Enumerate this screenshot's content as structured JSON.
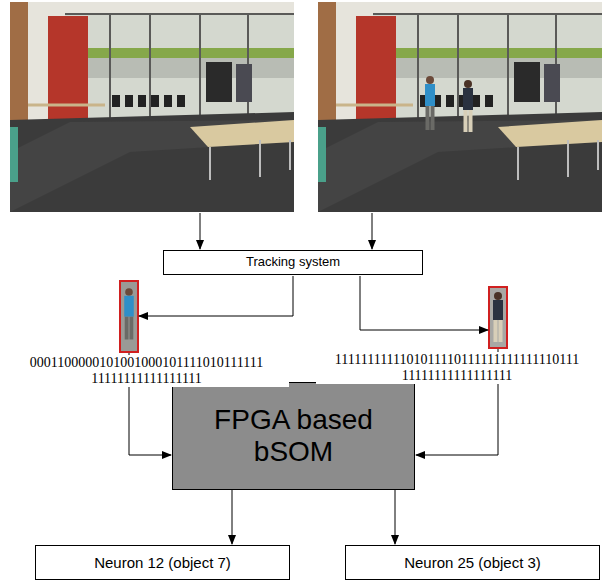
{
  "diagram": {
    "nodes": [
      {
        "text": [
          "Tracking system"
        ]
      },
      {
        "text": [
          "FPGA based bSOM"
        ]
      },
      {
        "text": [
          "Neuron 12 (object 7)"
        ]
      },
      {
        "text": [
          "Neuron 25 (object 3)"
        ]
      }
    ],
    "edges": [
      {
        "from": 1,
        "to": 2,
        "arrow": "to"
      },
      {
        "from": 1,
        "to": 3,
        "arrow": "to"
      }
    ],
    "labels": [
      "0001100000101001000101111010111111 11111111111111111",
      "1111111111101011110111111111111110111 11111111111111111"
    ]
  }
}
